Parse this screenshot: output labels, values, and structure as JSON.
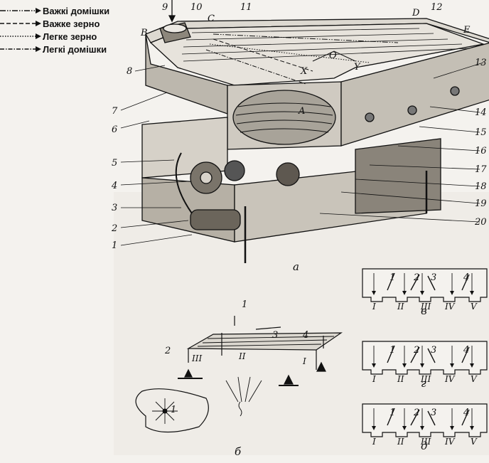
{
  "legend": [
    {
      "label": "Важкі домішки",
      "style": "dash-dot-dot"
    },
    {
      "label": "Важке зерно",
      "style": "dashed"
    },
    {
      "label": "Легке зерно",
      "style": "dotted"
    },
    {
      "label": "Легкі домішки",
      "style": "dash-dot"
    }
  ],
  "machine_numbers": [
    "1",
    "2",
    "3",
    "4",
    "5",
    "6",
    "7",
    "8",
    "9",
    "10",
    "11",
    "12",
    "13",
    "14",
    "15",
    "16",
    "17",
    "18",
    "19",
    "20"
  ],
  "machine_letters": [
    "A",
    "B",
    "C",
    "D",
    "E",
    "O",
    "X",
    "Y"
  ],
  "captions": {
    "a": "а",
    "b": "б",
    "v": "в",
    "g": "г",
    "d": "д"
  },
  "sub_b_numbers": [
    "1",
    "2",
    "3",
    "4"
  ],
  "sub_b_romans": [
    "III",
    "II",
    "I"
  ],
  "deck_numbers": [
    "1",
    "2",
    "3",
    "4"
  ],
  "deck_romans": [
    "I",
    "II",
    "III",
    "IV",
    "V"
  ],
  "colors": {
    "ink": "#111111",
    "paper": "#f4f2ee",
    "bleed": "#c9c6bf"
  }
}
